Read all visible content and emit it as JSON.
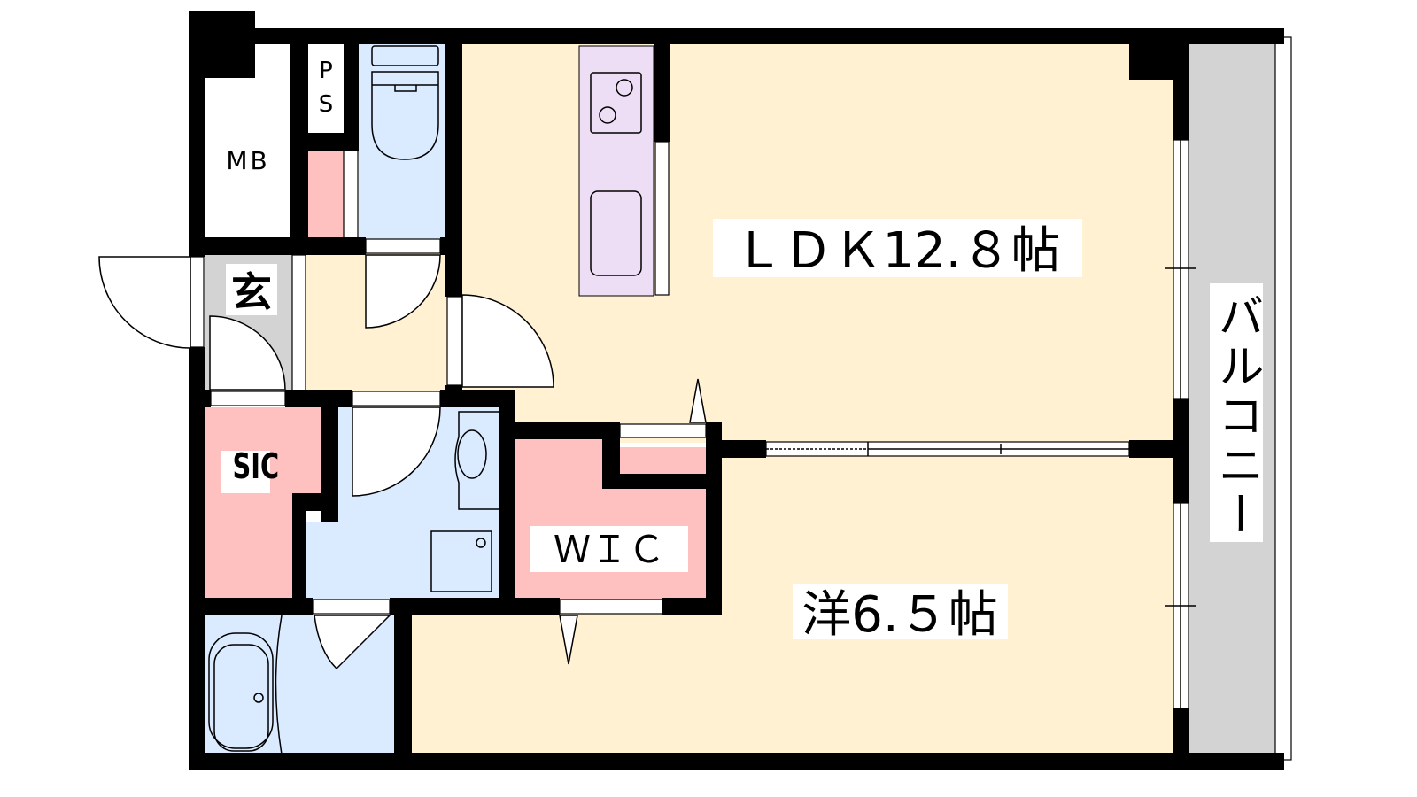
{
  "floorplan": {
    "rooms": {
      "ldk": "ＬＤＫ12.８帖",
      "western": "洋6.５帖",
      "wic": "ＷＩＣ",
      "sic": "SIC",
      "entrance": "玄",
      "mb": "MB",
      "ps_p": "P",
      "ps_s": "S",
      "balcony": "バルコニー"
    },
    "colors": {
      "living": "#FFF1D2",
      "wet_area": "#DBEBFF",
      "storage": "#FFC0C0",
      "kitchen": "#EDDDF5",
      "entrance_balcony": "#D3D3D3",
      "wall": "#000000"
    }
  }
}
